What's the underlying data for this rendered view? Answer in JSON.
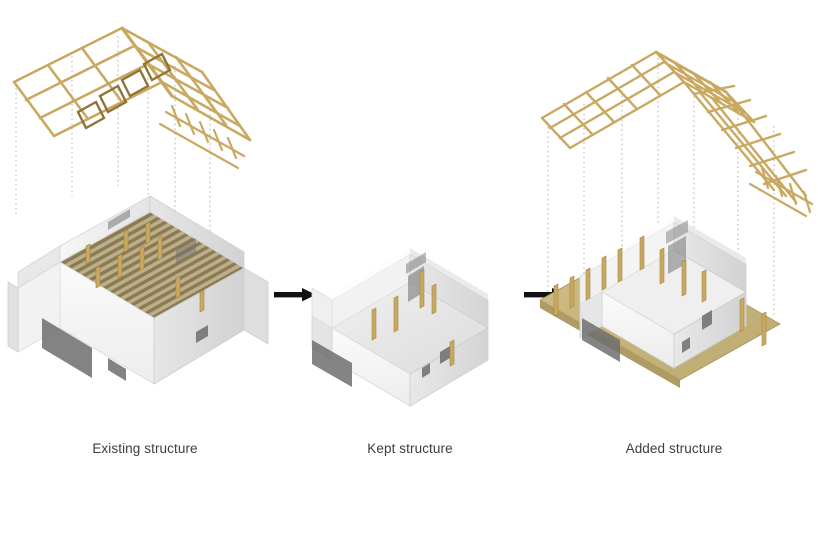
{
  "page": {
    "background_color": "#ffffff",
    "title": "Structural transformation diagram"
  },
  "palette": {
    "timber": "#C9A961",
    "timber_light": "#DCC68C",
    "timber_dark": "#A8853F",
    "platform": "#C9B87E",
    "platform_dark": "#B3A068",
    "wall_light": "#F4F4F4",
    "wall_mid": "#E2E2E2",
    "wall_shadow": "#C9C9C9",
    "floor_joist": "#8C7A52",
    "opening_dark": "#6E6E6E",
    "guide_line": "#B0B0B0",
    "caption_text": "#3d3d3d",
    "arrow_color": "#111111"
  },
  "panels": [
    {
      "id": "existing",
      "caption": "Existing structure",
      "roof": {
        "type": "sparse-timber-truss",
        "visible": true
      },
      "body": {
        "type": "walled-volume-with-joist-floor",
        "annex": true
      },
      "platform": {
        "visible": false
      },
      "guide_lines": 6
    },
    {
      "id": "kept",
      "caption": "Kept structure",
      "roof": {
        "type": "none",
        "visible": false
      },
      "body": {
        "type": "walled-volume-with-columns",
        "annex": false
      },
      "platform": {
        "visible": false
      },
      "guide_lines": 0
    },
    {
      "id": "added",
      "caption": "Added structure",
      "roof": {
        "type": "dense-timber-grid",
        "visible": true
      },
      "body": {
        "type": "walled-volume-with-columns",
        "annex": true
      },
      "platform": {
        "visible": true
      },
      "guide_lines": 7
    }
  ],
  "arrows": [
    {
      "id": "arrow-1",
      "glyph": "right-arrow",
      "label": "to kept structure"
    },
    {
      "id": "arrow-2",
      "glyph": "right-arrow",
      "label": "to added structure"
    }
  ]
}
